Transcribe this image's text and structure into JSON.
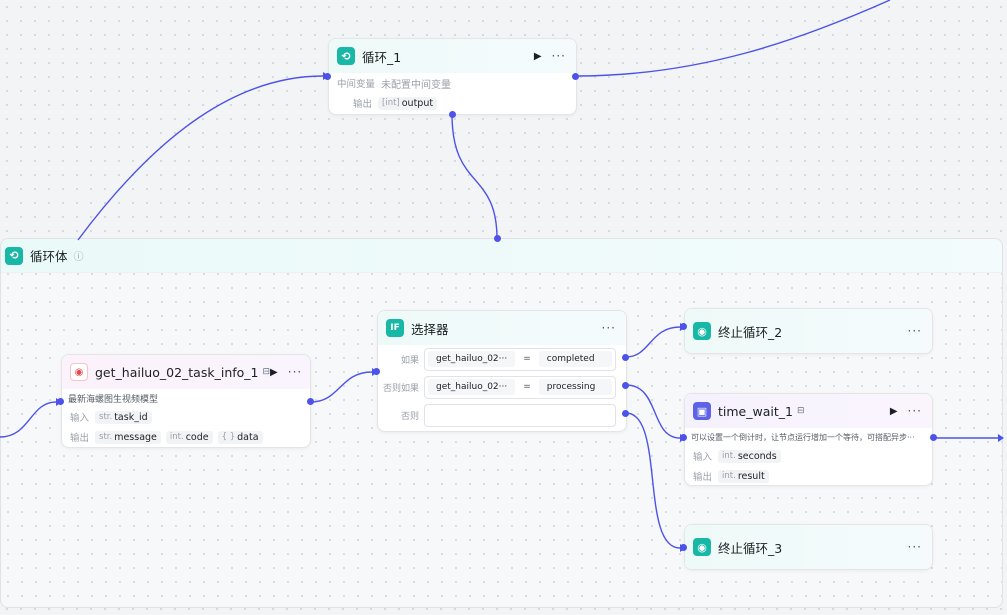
{
  "loop_node": {
    "title": "循环_1",
    "var_label": "中间变量",
    "var_value": "未配置中间变量",
    "output_label": "输出",
    "output_type": "[int]",
    "output_name": "output"
  },
  "loop_body": {
    "title": "循环体",
    "info_icon": "ⓘ"
  },
  "task_node": {
    "title": "get_hailuo_02_task_info_1",
    "description": "最新海螺图生视频模型",
    "input_label": "输入",
    "inputs": [
      {
        "type": "str.",
        "name": "task_id"
      }
    ],
    "output_label": "输出",
    "outputs": [
      {
        "type": "str.",
        "name": "message"
      },
      {
        "type": "int.",
        "name": "code"
      },
      {
        "type": "{ }",
        "name": "data"
      }
    ]
  },
  "selector_node": {
    "title": "选择器",
    "icon_text": "IF",
    "conditions": [
      {
        "label": "如果",
        "left": "get_hailuo_02···",
        "op": "=",
        "right": "completed"
      },
      {
        "label": "否则如果",
        "left": "get_hailuo_02···",
        "op": "=",
        "right": "processing"
      },
      {
        "label": "否则",
        "left": "",
        "op": "",
        "right": ""
      }
    ]
  },
  "stop_loop_2": {
    "title": "终止循环_2"
  },
  "stop_loop_3": {
    "title": "终止循环_3"
  },
  "wait_node": {
    "title": "time_wait_1",
    "description": "可以设置一个倒计时，让节点运行增加一个等待，可搭配异步···",
    "input_label": "输入",
    "inputs": [
      {
        "type": "int.",
        "name": "seconds"
      }
    ],
    "output_label": "输出",
    "outputs": [
      {
        "type": "int.",
        "name": "result"
      }
    ]
  },
  "icons": {
    "loop": "loop-icon",
    "plugin": "plugin-icon",
    "condition": "condition-icon",
    "stop": "stop-icon",
    "wait": "cube-icon",
    "run": "play-icon",
    "more": "more-icon",
    "tool": "toolbox-icon"
  },
  "colors": {
    "accent": "#4d53e8",
    "teal": "#19b8a6",
    "purple": "#5d62e6"
  }
}
